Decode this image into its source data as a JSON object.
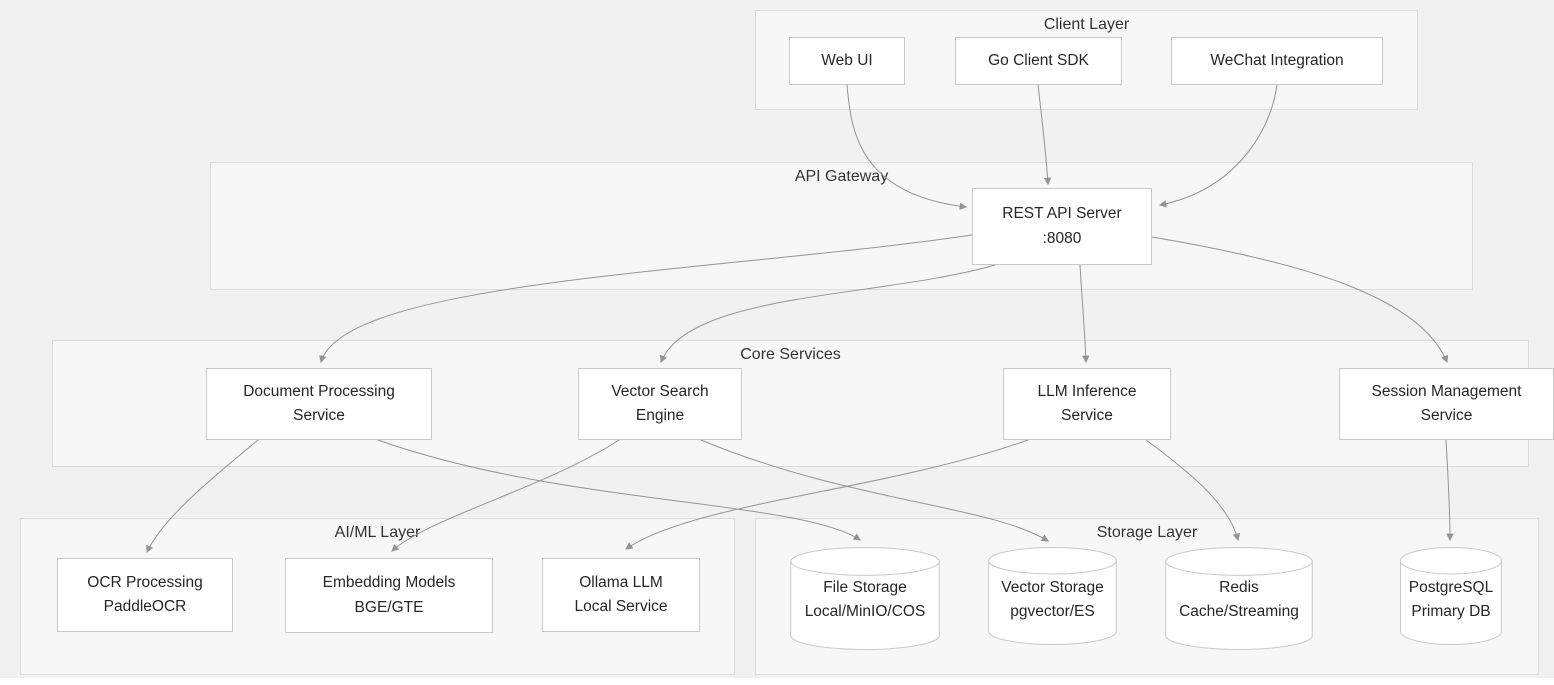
{
  "diagram": {
    "type": "architecture-flowchart",
    "colors": {
      "background": "#f1f1f1",
      "layer_fill": "#f7f7f7",
      "layer_border": "#dcdcdc",
      "node_fill": "#ffffff",
      "node_border": "#c9c9c9",
      "edge": "#949494",
      "text": "#262626"
    }
  },
  "layers": {
    "client": {
      "title": "Client Layer"
    },
    "api_gateway": {
      "title": "API Gateway"
    },
    "core_services": {
      "title": "Core Services"
    },
    "aiml": {
      "title": "AI/ML Layer"
    },
    "storage": {
      "title": "Storage Layer"
    }
  },
  "nodes": {
    "web_ui": {
      "label": "Web UI"
    },
    "go_client_sdk": {
      "label": "Go Client SDK"
    },
    "wechat_integration": {
      "label": "WeChat Integration"
    },
    "rest_api_server": {
      "line1": "REST API Server",
      "line2": ":8080"
    },
    "document_processing": {
      "line1": "Document Processing",
      "line2": "Service"
    },
    "vector_search": {
      "line1": "Vector Search",
      "line2": "Engine"
    },
    "llm_inference": {
      "line1": "LLM Inference",
      "line2": "Service"
    },
    "session_management": {
      "line1": "Session Management",
      "line2": "Service"
    },
    "ocr_processing": {
      "line1": "OCR Processing",
      "line2": "PaddleOCR"
    },
    "embedding_models": {
      "line1": "Embedding Models",
      "line2": "BGE/GTE"
    },
    "ollama_llm": {
      "line1": "Ollama LLM",
      "line2": "Local Service"
    },
    "file_storage": {
      "line1": "File Storage",
      "line2": "Local/MinIO/COS"
    },
    "vector_storage": {
      "line1": "Vector Storage",
      "line2": "pgvector/ES"
    },
    "redis": {
      "line1": "Redis",
      "line2": "Cache/Streaming"
    },
    "postgresql": {
      "line1": "PostgreSQL",
      "line2": "Primary DB"
    }
  },
  "edges": [
    {
      "from": "web_ui",
      "to": "rest_api_server"
    },
    {
      "from": "go_client_sdk",
      "to": "rest_api_server"
    },
    {
      "from": "wechat_integration",
      "to": "rest_api_server"
    },
    {
      "from": "rest_api_server",
      "to": "document_processing"
    },
    {
      "from": "rest_api_server",
      "to": "vector_search"
    },
    {
      "from": "rest_api_server",
      "to": "llm_inference"
    },
    {
      "from": "rest_api_server",
      "to": "session_management"
    },
    {
      "from": "document_processing",
      "to": "ocr_processing"
    },
    {
      "from": "document_processing",
      "to": "file_storage"
    },
    {
      "from": "vector_search",
      "to": "embedding_models"
    },
    {
      "from": "vector_search",
      "to": "vector_storage"
    },
    {
      "from": "llm_inference",
      "to": "ollama_llm"
    },
    {
      "from": "llm_inference",
      "to": "redis"
    },
    {
      "from": "session_management",
      "to": "postgresql"
    }
  ]
}
